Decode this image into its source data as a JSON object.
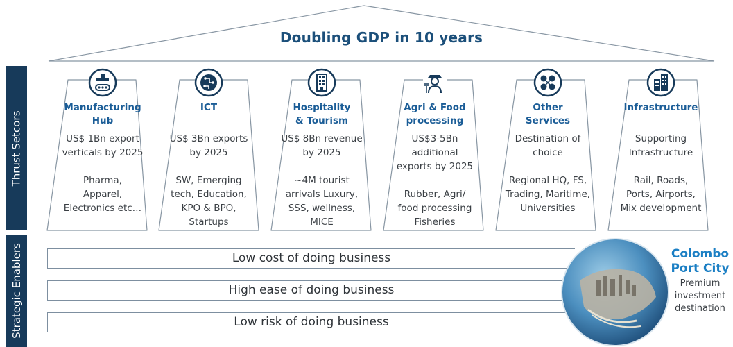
{
  "title": "Doubling GDP in 10 years",
  "sidebar": {
    "thrust_label": "Thrust Setcors",
    "enablers_label": "Strategic Enablers"
  },
  "pillars": [
    {
      "icon": "manufacturing-icon",
      "title_1": "Manufacturing",
      "title_2": "Hub",
      "target_1": "US$ 1Bn export",
      "target_2": "verticals by 2025",
      "target_3": "",
      "detail_1": "Pharma,",
      "detail_2": "Apparel,",
      "detail_3": "Electronics etc…",
      "detail_4": ""
    },
    {
      "icon": "ict-chip-icon",
      "title_1": "ICT",
      "title_2": "",
      "target_1": "US$ 3Bn exports",
      "target_2": "by 2025",
      "target_3": "",
      "detail_1": "SW, Emerging",
      "detail_2": "tech, Education,",
      "detail_3": "KPO & BPO,",
      "detail_4": "Startups"
    },
    {
      "icon": "hotel-building-icon",
      "title_1": "Hospitality",
      "title_2": "& Tourism",
      "target_1": "US$ 8Bn revenue",
      "target_2": "by 2025",
      "target_3": "",
      "detail_1": "~4M tourist",
      "detail_2": "arrivals Luxury,",
      "detail_3": "SSS, wellness,",
      "detail_4": "MICE"
    },
    {
      "icon": "farmer-icon",
      "title_1": "Agri & Food",
      "title_2": "processing",
      "target_1": "US$3-5Bn",
      "target_2": "additional",
      "target_3": "exports by 2025",
      "detail_1": "Rubber, Agri/",
      "detail_2": "food processing",
      "detail_3": "Fisheries",
      "detail_4": ""
    },
    {
      "icon": "services-network-icon",
      "title_1": "Other",
      "title_2": "Services",
      "target_1": "Destination of",
      "target_2": "choice",
      "target_3": "",
      "detail_1": "Regional HQ, FS,",
      "detail_2": "Trading, Maritime,",
      "detail_3": "Universities",
      "detail_4": ""
    },
    {
      "icon": "city-buildings-icon",
      "title_1": "Infrastructure",
      "title_2": "",
      "target_1": "Supporting",
      "target_2": "Infrastructure",
      "target_3": "",
      "detail_1": "Rail, Roads,",
      "detail_2": "Ports, Airports,",
      "detail_3": "Mix development",
      "detail_4": ""
    }
  ],
  "enablers": [
    "Low cost of doing business",
    "High ease of doing business",
    "Low risk of doing business"
  ],
  "port_city": {
    "title_1": "Colombo",
    "title_2": "Port City",
    "sub_1": "Premium",
    "sub_2": "investment",
    "sub_3": "destination"
  },
  "colors": {
    "navy": "#173a5a",
    "title_blue": "#1b4f7a",
    "pillar_blue": "#1b5d97",
    "port_blue": "#1b7fc4"
  }
}
